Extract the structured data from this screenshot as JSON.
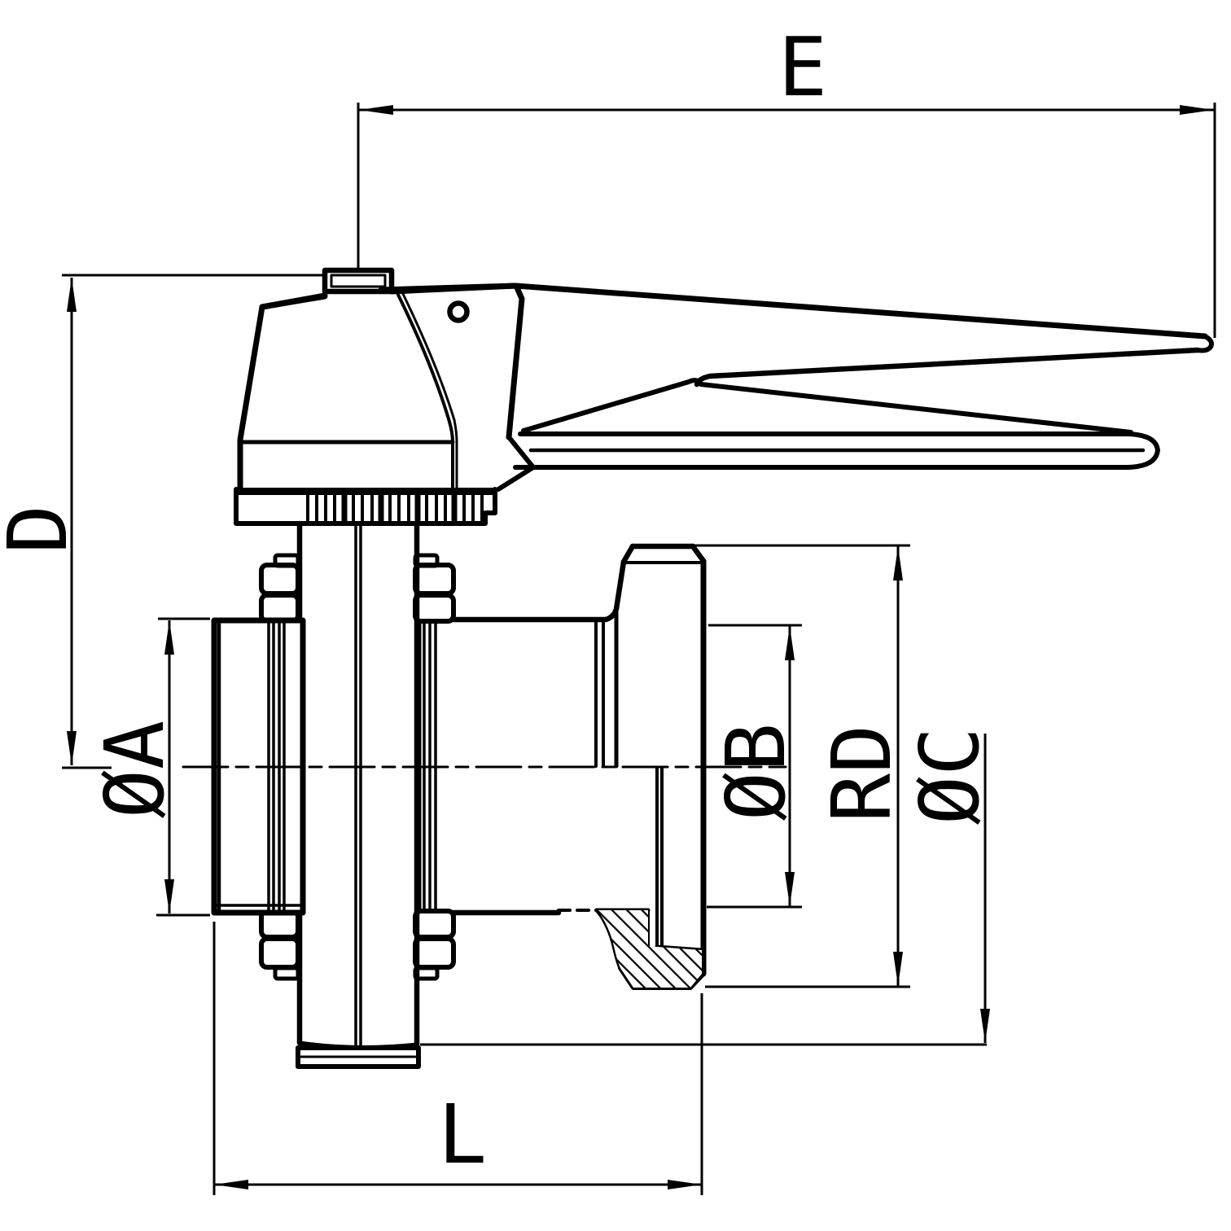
{
  "page": {
    "background": "#ffffff",
    "ink_color": "#000000",
    "view": "side section view of trigger-handle butterfly valve with male threaded end"
  },
  "dims": {
    "e": "E",
    "d": "D",
    "a": "ØA",
    "b": "ØB",
    "rd": "RD",
    "c": "ØC",
    "l": "L"
  }
}
